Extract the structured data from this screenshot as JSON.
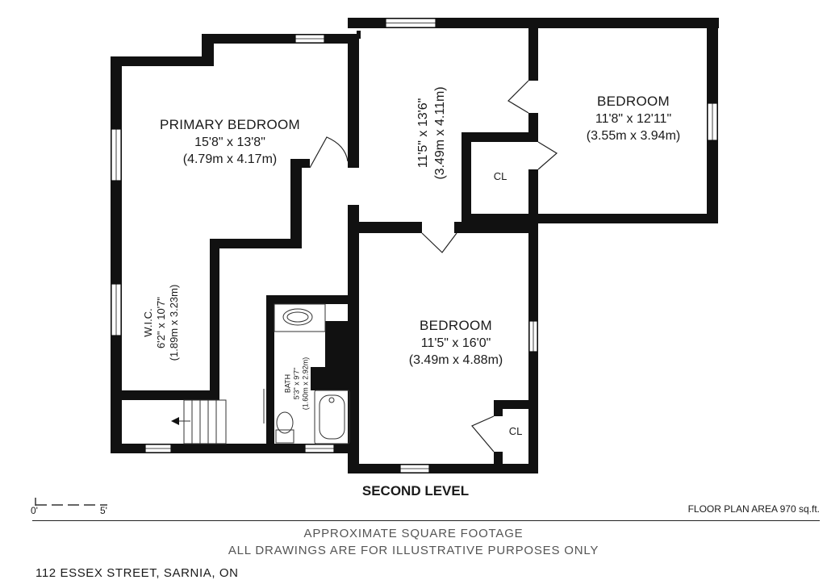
{
  "level_title": "SECOND LEVEL",
  "rooms": {
    "primary": {
      "name": "PRIMARY BEDROOM",
      "dim_imperial": "15'8\" x 13'8\"",
      "dim_metric": "(4.79m x 4.17m)"
    },
    "hall": {
      "dim_imperial": "11'5\" x 13'6\"",
      "dim_metric": "(3.49m x 4.11m)"
    },
    "bedroom_ne": {
      "name": "BEDROOM",
      "dim_imperial": "11'8\" x 12'11\"",
      "dim_metric": "(3.55m x 3.94m)"
    },
    "bedroom_s": {
      "name": "BEDROOM",
      "dim_imperial": "11'5\" x 16'0\"",
      "dim_metric": "(3.49m x 4.88m)"
    },
    "wic": {
      "name": "W.I.C.",
      "dim_imperial": "6'2\" x 10'7\"",
      "dim_metric": "(1.89m x 3.23m)"
    },
    "bath": {
      "name": "BATH",
      "dim_imperial": "5'3\" x 9'7\"",
      "dim_metric": "(1.60m x 2.92m)"
    },
    "closet_ne": {
      "name": "CL"
    },
    "closet_s": {
      "name": "CL"
    }
  },
  "scale": {
    "start": "0'",
    "end": "5'"
  },
  "floor_area": "FLOOR PLAN AREA 970 sq.ft.",
  "notes": {
    "line1": "APPROXIMATE SQUARE FOOTAGE",
    "line2": "ALL DRAWINGS ARE FOR ILLUSTRATIVE PURPOSES ONLY"
  },
  "address": "112 ESSEX STREET, SARNIA, ON",
  "colors": {
    "wall": "#111111",
    "window": "#ffffff",
    "text": "#1a1a1a"
  }
}
